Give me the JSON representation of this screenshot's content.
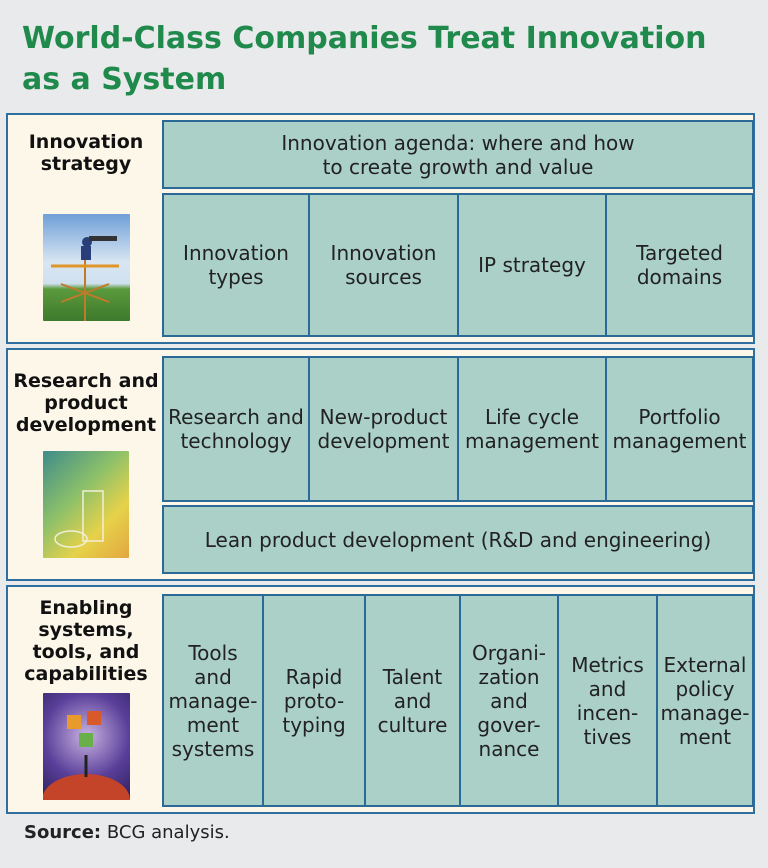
{
  "title": "World-Class Companies Treat Innovation as a System",
  "sections": [
    {
      "label": "Innovation strategy",
      "image": "weathervane-telescope-illustration",
      "top_cell": "Innovation agenda: where and how to create growth and value",
      "cells": [
        "Innovation types",
        "Innovation sources",
        "IP strategy",
        "Targeted domains"
      ]
    },
    {
      "label": "Research and product development",
      "image": "laboratory-glassware-illustration",
      "cells": [
        "Research and technology",
        "New-product development",
        "Life cycle management",
        "Portfolio management"
      ],
      "bottom_cell": "Lean product development (R&D and engineering)"
    },
    {
      "label": "Enabling systems, tools, and capabilities",
      "image": "puzzle-juggler-illustration",
      "cells": [
        "Tools and manage-ment systems",
        "Rapid proto-typing",
        "Talent and culture",
        "Organi-zation and gover-nance",
        "Metrics and incen-tives",
        "External policy manage-ment"
      ]
    }
  ],
  "source": {
    "label": "Source:",
    "text": "BCG analysis."
  },
  "colors": {
    "title": "#1f8a4c",
    "cell": "#abd0c8",
    "border": "#2b6a96",
    "panel": "#fdf7ea"
  }
}
